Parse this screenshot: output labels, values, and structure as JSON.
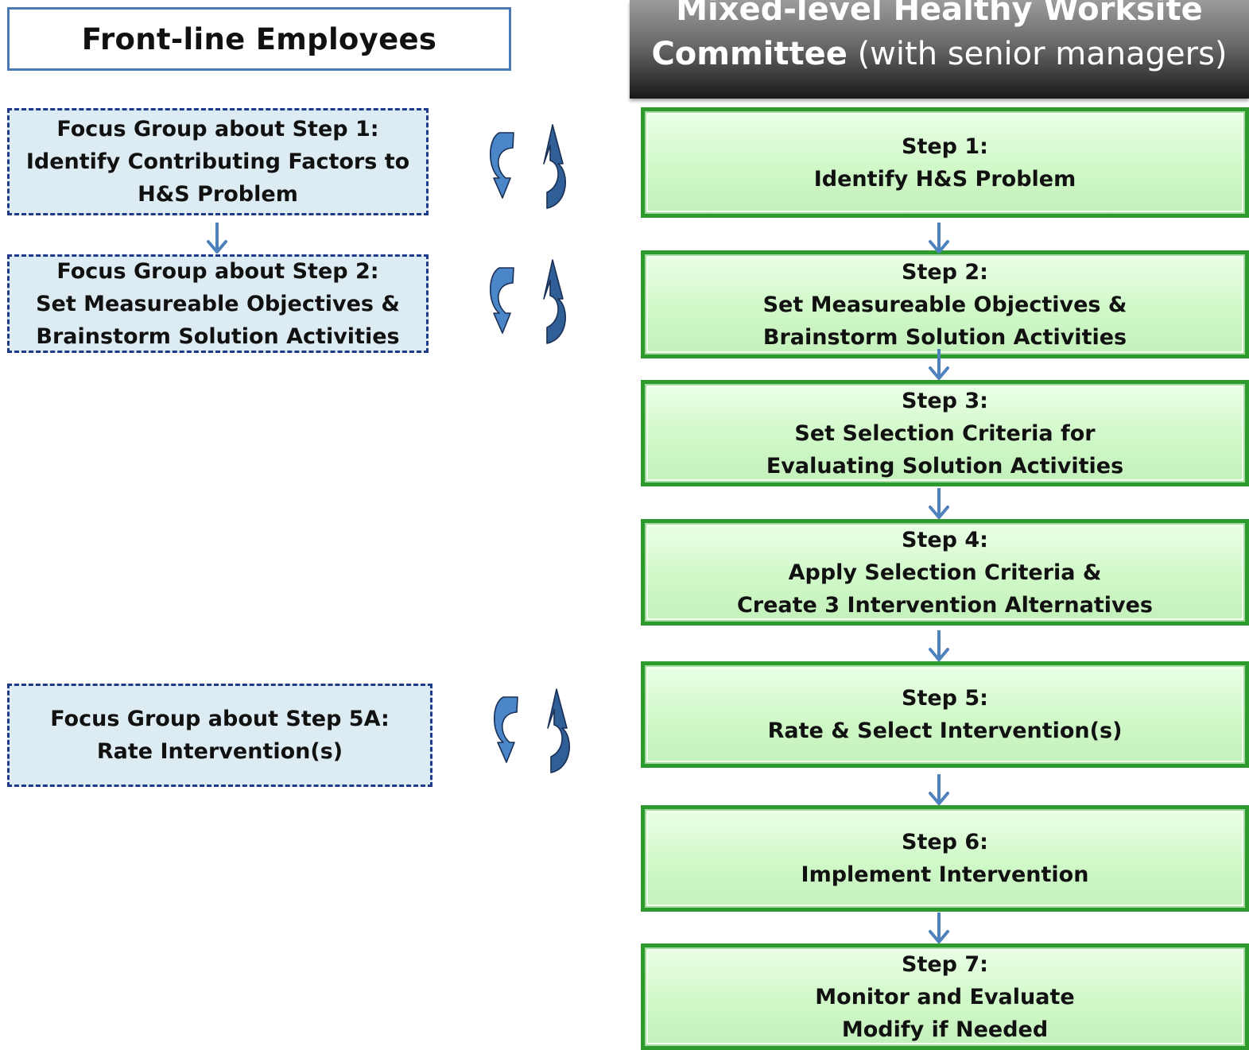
{
  "left_header": "Front-line Employees",
  "right_header": {
    "line1": "Mixed-level Healthy Worksite",
    "line2_bold": "Committee",
    "line2_rest": " (with senior managers)"
  },
  "focus_groups": [
    {
      "lines": [
        "Focus Group about Step 1:",
        "Identify Contributing Factors to",
        "H&S Problem"
      ]
    },
    {
      "lines": [
        "Focus Group about Step 2:",
        "Set Measureable Objectives &",
        "Brainstorm Solution Activities"
      ]
    },
    {
      "lines": [
        "Focus Group about Step 5A:",
        "Rate Intervention(s)"
      ]
    }
  ],
  "steps": [
    {
      "title": "Step 1:",
      "lines": [
        "Identify H&S Problem"
      ]
    },
    {
      "title": "Step 2:",
      "lines": [
        "Set Measureable Objectives &",
        "Brainstorm Solution Activities"
      ]
    },
    {
      "title": "Step 3:",
      "lines": [
        "Set Selection Criteria for",
        "Evaluating Solution Activities"
      ]
    },
    {
      "title": "Step 4:",
      "lines": [
        "Apply Selection Criteria &",
        "Create 3 Intervention Alternatives"
      ]
    },
    {
      "title": "Step 5:",
      "lines": [
        "Rate & Select Intervention(s)"
      ]
    },
    {
      "title": "Step 6:",
      "lines": [
        "Implement Intervention"
      ]
    },
    {
      "title": "Step 7:",
      "lines": [
        "Monitor and Evaluate",
        "Modify if Needed"
      ]
    }
  ],
  "colors": {
    "arrow": "#4f81bd",
    "cycle_light": "#4a86c8",
    "cycle_dark": "#2f5f96",
    "step_border": "#2d9a2d",
    "focus_border": "#1f3a8a"
  },
  "icons": [
    "down-arrow-icon",
    "cycle-arrows-icon"
  ]
}
